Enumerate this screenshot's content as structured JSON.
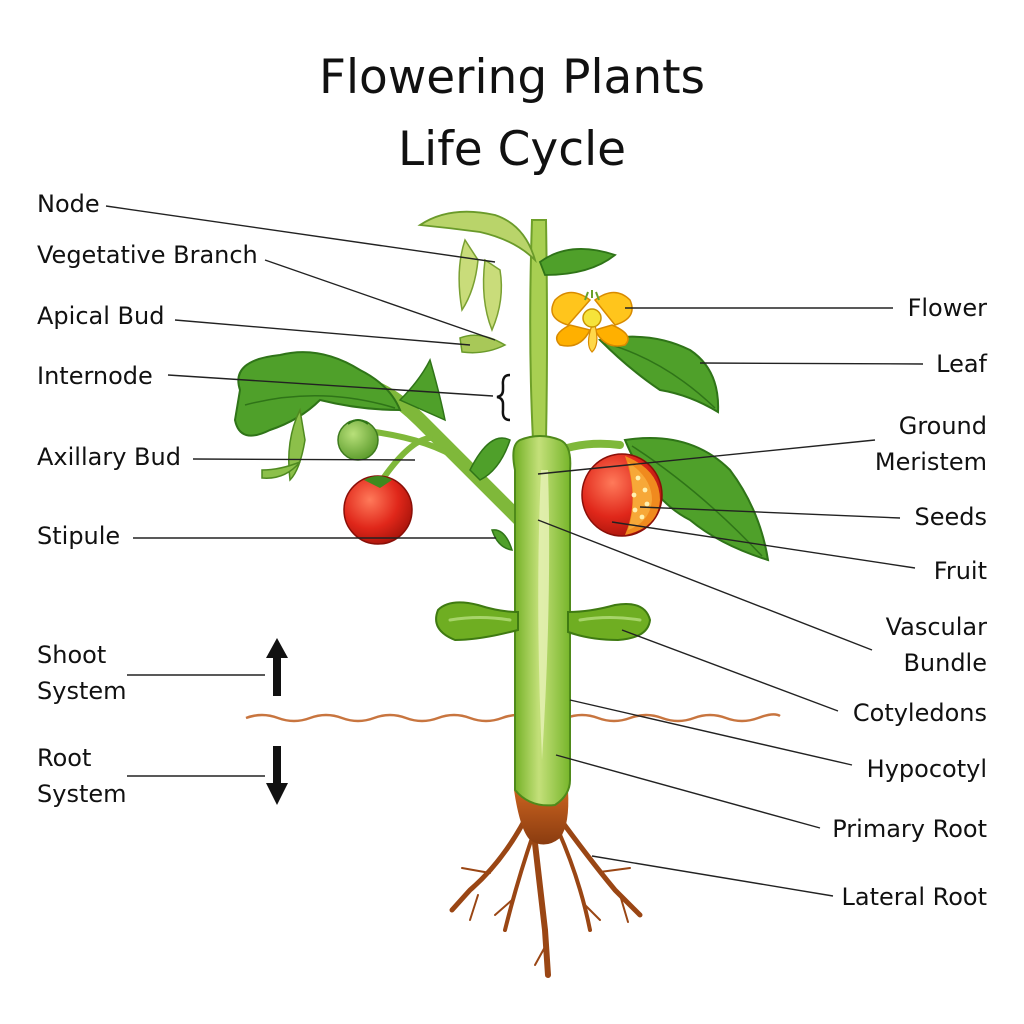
{
  "title": {
    "line1": "Flowering Plants",
    "line2": "Life Cycle"
  },
  "labels": {
    "node": "Node",
    "vegetative_branch": "Vegetative Branch",
    "apical_bud": "Apical Bud",
    "internode": "Internode",
    "axillary_bud": "Axillary Bud",
    "stipule": "Stipule",
    "shoot_system_1": "Shoot",
    "shoot_system_2": "System",
    "root_system_1": "Root",
    "root_system_2": "System",
    "flower": "Flower",
    "leaf": "Leaf",
    "ground_meristem_1": "Ground",
    "ground_meristem_2": "Meristem",
    "seeds": "Seeds",
    "fruit": "Fruit",
    "vascular_bundle_1": "Vascular",
    "vascular_bundle_2": "Bundle",
    "cotyledons": "Cotyledons",
    "hypocotyl": "Hypocotyl",
    "primary_root": "Primary Root",
    "lateral_root": "Lateral Root"
  },
  "colors": {
    "stem": "#9ccb3a",
    "stem_dark": "#5e9a1e",
    "leaf": "#4fa02a",
    "leaf_dark": "#2f7418",
    "fruit_red": "#e0271a",
    "fruit_green": "#74b83a",
    "flower": "#ffc51c",
    "root": "#b4551a",
    "soil_line": "#c8753f",
    "leader_line": "#222222"
  }
}
